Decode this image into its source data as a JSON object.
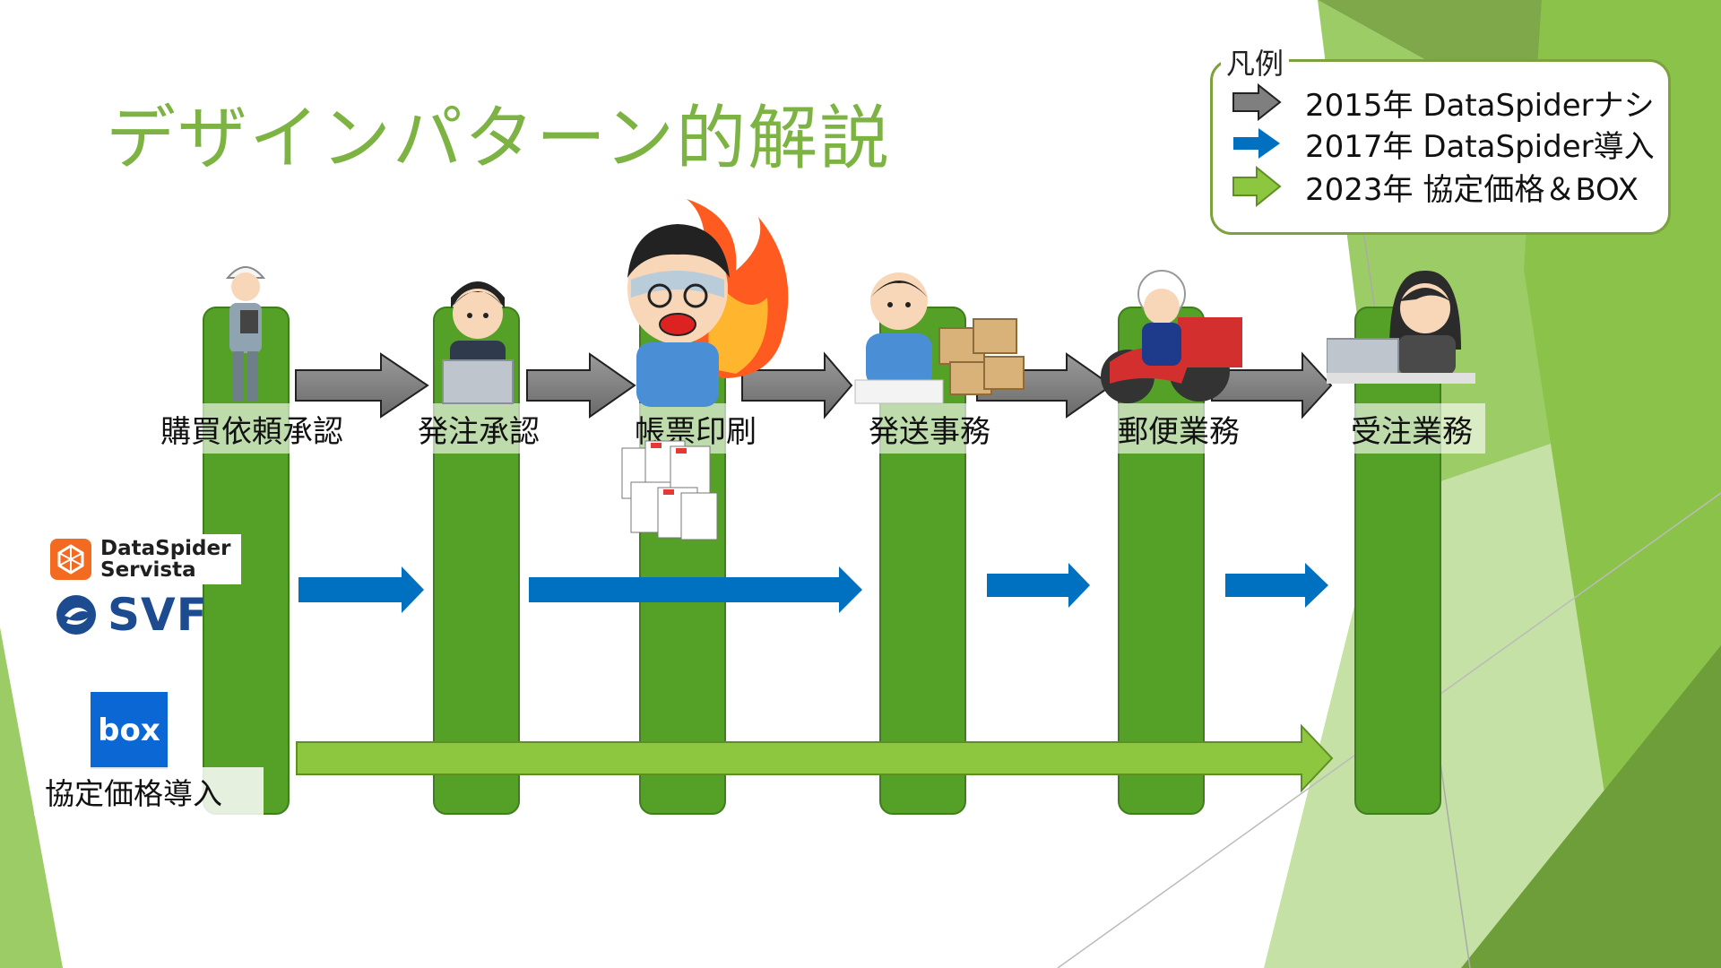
{
  "slide": {
    "title": "デザインパターン的解説",
    "legend": {
      "caption": "凡例",
      "items": [
        {
          "label": "2015年 DataSpiderナシ",
          "color": "#7f7f7f"
        },
        {
          "label": "2017年 DataSpider導入",
          "color": "#0070c0"
        },
        {
          "label": "2023年 協定価格＆BOX",
          "color": "#8dc63f"
        }
      ]
    },
    "steps": [
      {
        "label": "購買依頼承認"
      },
      {
        "label": "発注承認"
      },
      {
        "label": "帳票印刷"
      },
      {
        "label": "発送事務"
      },
      {
        "label": "郵便業務"
      },
      {
        "label": "受注業務"
      }
    ],
    "logos": {
      "dataspider_line1": "DataSpider",
      "dataspider_line2": "Servista",
      "svf": "SVF",
      "box": "box",
      "box_label": "協定価格導入"
    },
    "colors": {
      "pillar": "#55a127",
      "pillar_border": "#3f7d1d",
      "arrow_gray": "#7f7f7f",
      "arrow_blue": "#0070c0",
      "arrow_green": "#8dc63f",
      "title": "#7cb342"
    }
  }
}
